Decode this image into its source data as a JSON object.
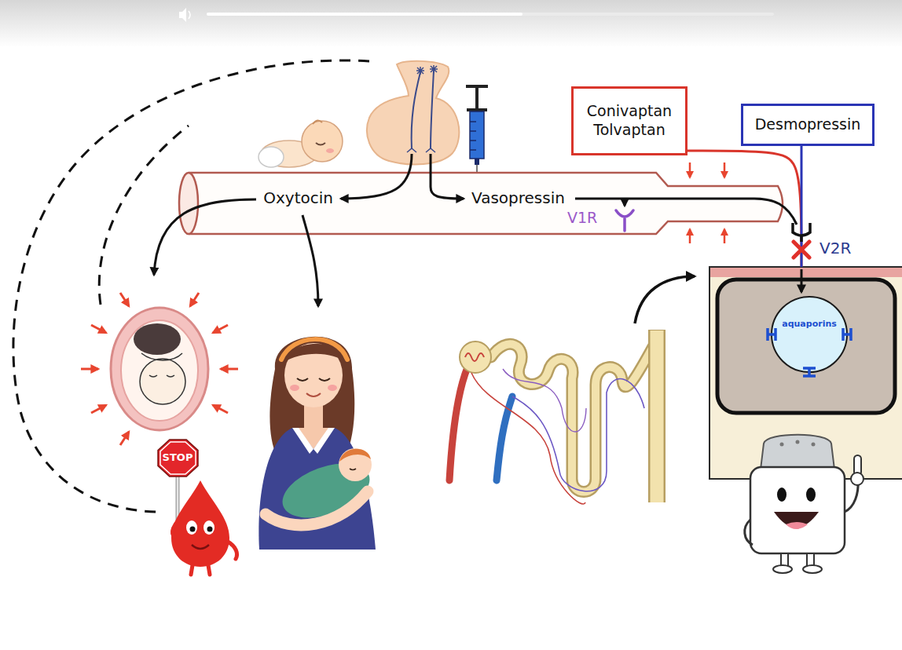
{
  "diagram": {
    "nodes": [
      {
        "text": [
          "Conivaptan Tolvaptan"
        ]
      },
      {
        "text": [
          "Desmopressin"
        ]
      },
      {
        "text": [
          "V2R"
        ]
      },
      {
        "text": [
          "aquaporins"
        ],
        "in": 2
      },
      {
        "text": [
          "STOP"
        ]
      }
    ],
    "edges": [
      {
        "from": 0,
        "to": 2,
        "arrow": "none"
      },
      {
        "from": 1,
        "to": 2,
        "arrow": "none"
      }
    ],
    "labels": [
      "Oxytocin",
      "Vasopressin",
      "V1R"
    ]
  }
}
